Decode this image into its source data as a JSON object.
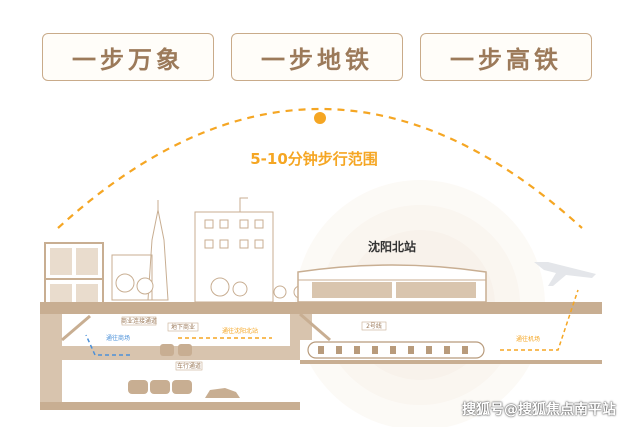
{
  "tags": [
    "一步万象",
    "一步地铁",
    "一步高铁"
  ],
  "range_label": "5-10分钟步行范围",
  "station_name": "沈阳北站",
  "labels": {
    "mall_connector": "商业连接通道",
    "to_mall": "通往商场",
    "underground_store": "地下商业",
    "to_station": "通往沈阳北站",
    "line2": "2号线",
    "to_airport": "通往机场",
    "parking": "车行通道"
  },
  "watermark": "搜狐号@搜狐焦点南平站",
  "colors": {
    "accent": "#f5a623",
    "earth": "#c8ae92",
    "dark_earth": "#9c7a5a",
    "label_blue": "#4a90d9"
  }
}
